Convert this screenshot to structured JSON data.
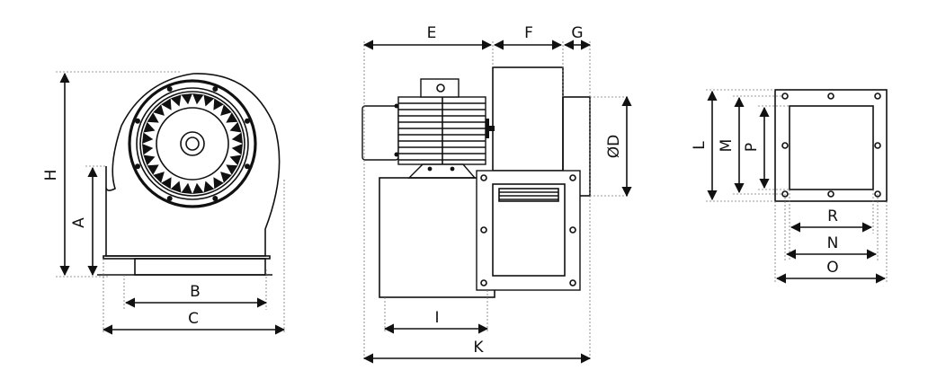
{
  "labels": {
    "H": "H",
    "A": "A",
    "B": "B",
    "C": "C",
    "E": "E",
    "F": "F",
    "G": "G",
    "D": "ØD",
    "I": "I",
    "K": "K",
    "L": "L",
    "M": "M",
    "P": "P",
    "R": "R",
    "N": "N",
    "O": "O"
  }
}
